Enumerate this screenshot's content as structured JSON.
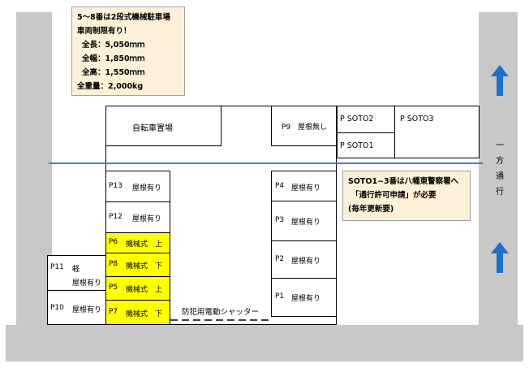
{
  "notes": {
    "top_left": {
      "lines": [
        "5～8番は2段式機械駐車場",
        "車両制限有り！",
        "全長：5,050ｍｍ",
        "全幅：1,850ｍｍ",
        "全高：1,550ｍｍ",
        "全重量：2,000kg"
      ]
    },
    "right": {
      "lines": [
        "SOTO1~3番は八幡東警察署へ",
        "「通行許可申請」が必要",
        "(毎年更新要)"
      ]
    }
  },
  "road": {
    "one_way_chars": [
      "一",
      "方",
      "通",
      "行"
    ],
    "arrow_color": "#1f6fd1"
  },
  "areas": {
    "bicycle": "自転車置場",
    "p9": "P9　屋根無し",
    "soto2": "P SOTO2",
    "soto3": "P SOTO3",
    "soto1": "P SOTO1"
  },
  "left_slots": [
    {
      "id": "P13",
      "desc": "屋根有り"
    },
    {
      "id": "P12",
      "desc": "屋根有り"
    },
    {
      "id": "P6",
      "desc": "機械式　上"
    },
    {
      "id": "P8",
      "desc": "機械式　下"
    },
    {
      "id": "P5",
      "desc": "機械式　上"
    },
    {
      "id": "P7",
      "desc": "機械式　下"
    }
  ],
  "right_slots": [
    {
      "id": "P4",
      "desc": "屋根有り"
    },
    {
      "id": "P3",
      "desc": "屋根有り"
    },
    {
      "id": "P2",
      "desc": "屋根有り"
    },
    {
      "id": "P1",
      "desc": "屋根有り"
    }
  ],
  "outer_slots": {
    "p11": {
      "id": "P11",
      "line1": "軽",
      "line2": "屋根有り"
    },
    "p10": {
      "id": "P10",
      "desc": "屋根有り"
    }
  },
  "shutter_label": "防犯用電動シャッター",
  "colors": {
    "mechanical": "#ffff00",
    "boundary_line": "#4a7ec2",
    "road": "#c8c8c8",
    "note_bg": "#fdf0d8"
  }
}
